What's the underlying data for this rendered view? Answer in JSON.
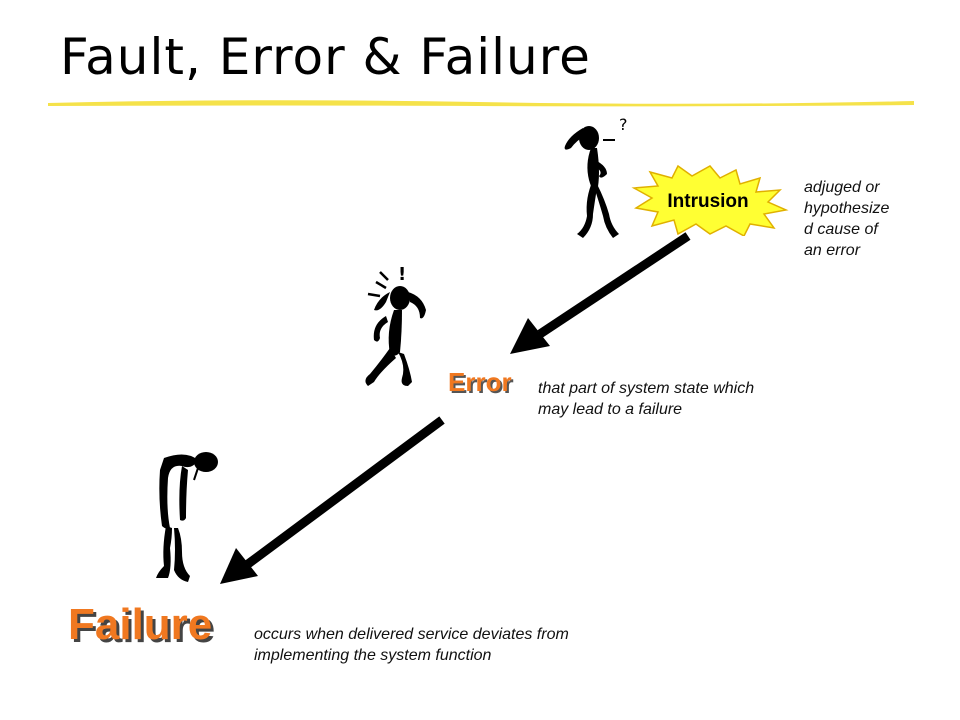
{
  "slide": {
    "title": "Fault, Error & Failure"
  },
  "intrusion": {
    "label": "Intrusion",
    "description": "adjuged or hypothesized cause of an error",
    "desc_lines": [
      "adjuged or",
      "hypothesize",
      "d cause of",
      "an error"
    ],
    "burst_color": "#ffff33",
    "burst_stroke": "#e0b000",
    "question_mark": "?"
  },
  "error": {
    "label": "Error",
    "desc_lines": [
      "that part of system state which",
      "may lead to a failure"
    ],
    "exclaim": "!"
  },
  "failure": {
    "label": "Failure",
    "desc_lines": [
      "occurs when delivered service deviates from",
      "implementing the system function"
    ]
  },
  "colors": {
    "label_orange": "#f07820",
    "underline_yellow": "#f5e24a",
    "arrow": "#000000"
  },
  "icons": [
    "confused-figure-icon",
    "distressed-figure-icon",
    "slumped-figure-icon",
    "starburst-icon",
    "arrow-icon"
  ]
}
